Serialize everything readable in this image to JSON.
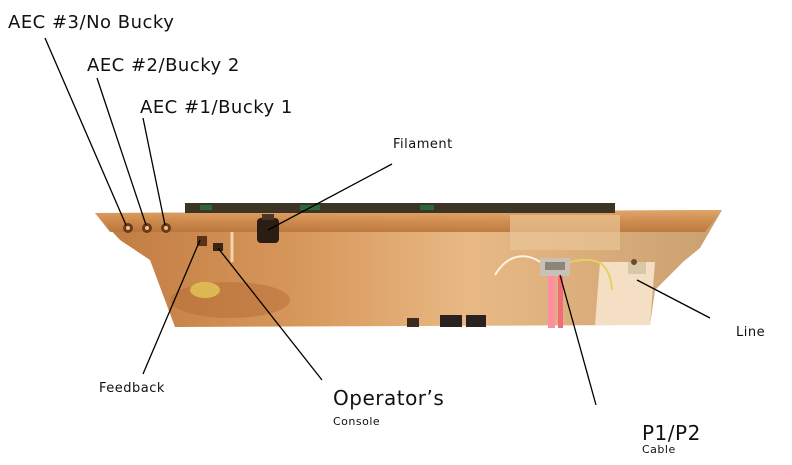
{
  "labels": {
    "aec3": "AEC #3/No Bucky",
    "aec2": "AEC #2/Bucky 2",
    "aec1": "AEC #1/Bucky 1",
    "filament": "Filament",
    "line": "Line",
    "feedback": "Feedback",
    "operators": "Operator’s",
    "console": "Console",
    "p1p2": "P1/P2",
    "cable": "Cable"
  },
  "colors": {
    "panel_copper": "#d08a4a",
    "panel_light": "#e7b37d",
    "panel_dark": "#9b5a2a",
    "leader_line": "#000000",
    "ribbon_cable": "#ff8fa0"
  }
}
